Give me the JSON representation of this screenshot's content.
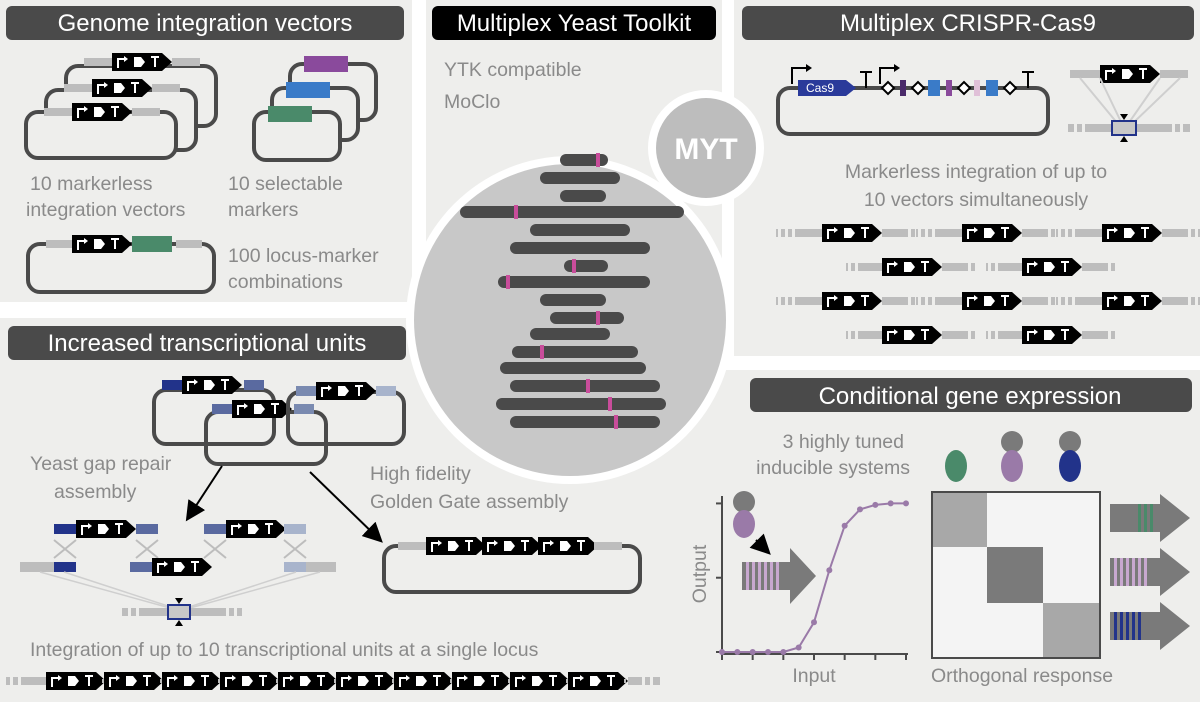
{
  "panels": {
    "genome": {
      "title": "Genome integration vectors",
      "label_markerless_1": "10 markerless",
      "label_markerless_2": "integration vectors",
      "label_selectable_1": "10 selectable",
      "label_selectable_2": "markers",
      "label_combos_1": "100 locus-marker",
      "label_combos_2": "combinations"
    },
    "center": {
      "title": "Multiplex Yeast Toolkit",
      "line1": "YTK compatible",
      "line2": "MoClo",
      "badge": "MYT"
    },
    "crispr": {
      "title": "Multiplex CRISPR-Cas9",
      "cas9_label": "Cas9",
      "text_1": "Markerless integration of up to",
      "text_2": "10 vectors simultaneously"
    },
    "tu": {
      "title": "Increased transcriptional units",
      "gap_repair_1": "Yeast gap repair",
      "gap_repair_2": "assembly",
      "golden_gate_1": "High fidelity",
      "golden_gate_2": "Golden Gate assembly",
      "integration_text": "Integration of up to 10 transcriptional units at a single locus"
    },
    "conditional": {
      "title": "Conditional gene expression",
      "inducible_1": "3 highly tuned",
      "inducible_2": "inducible systems",
      "ylabel": "Output",
      "xlabel": "Input",
      "matrix_label": "Orthogonal response"
    }
  },
  "colors": {
    "panel_bg": "#eeeeec",
    "dark": "#4a4a4a",
    "text_gray": "#8a8a8a",
    "magenta": "#c94d9b",
    "purple": "#8a4a9c",
    "blue": "#3a7bc8",
    "green": "#4a8a6a",
    "navy": "#22338a",
    "lilac": "#9a7aa8"
  },
  "icons": [
    "promoter-cds-terminator-icon",
    "terminator-icon",
    "promoter-arrow-icon",
    "scissor-site-icon"
  ],
  "chart_data": {
    "type": "line",
    "title": "",
    "xlabel": "Input",
    "ylabel": "Output",
    "x": [
      0,
      1,
      2,
      3,
      4,
      5,
      6,
      7,
      8,
      9,
      10,
      11,
      12
    ],
    "series": [
      {
        "values": [
          0.0,
          0.0,
          0.0,
          0.0,
          0.0,
          0.03,
          0.2,
          0.55,
          0.85,
          0.96,
          0.99,
          1.0,
          1.0
        ]
      }
    ],
    "xlim": [
      0,
      12
    ],
    "ylim": [
      0,
      1.05
    ],
    "grid": false,
    "legend": "none"
  }
}
